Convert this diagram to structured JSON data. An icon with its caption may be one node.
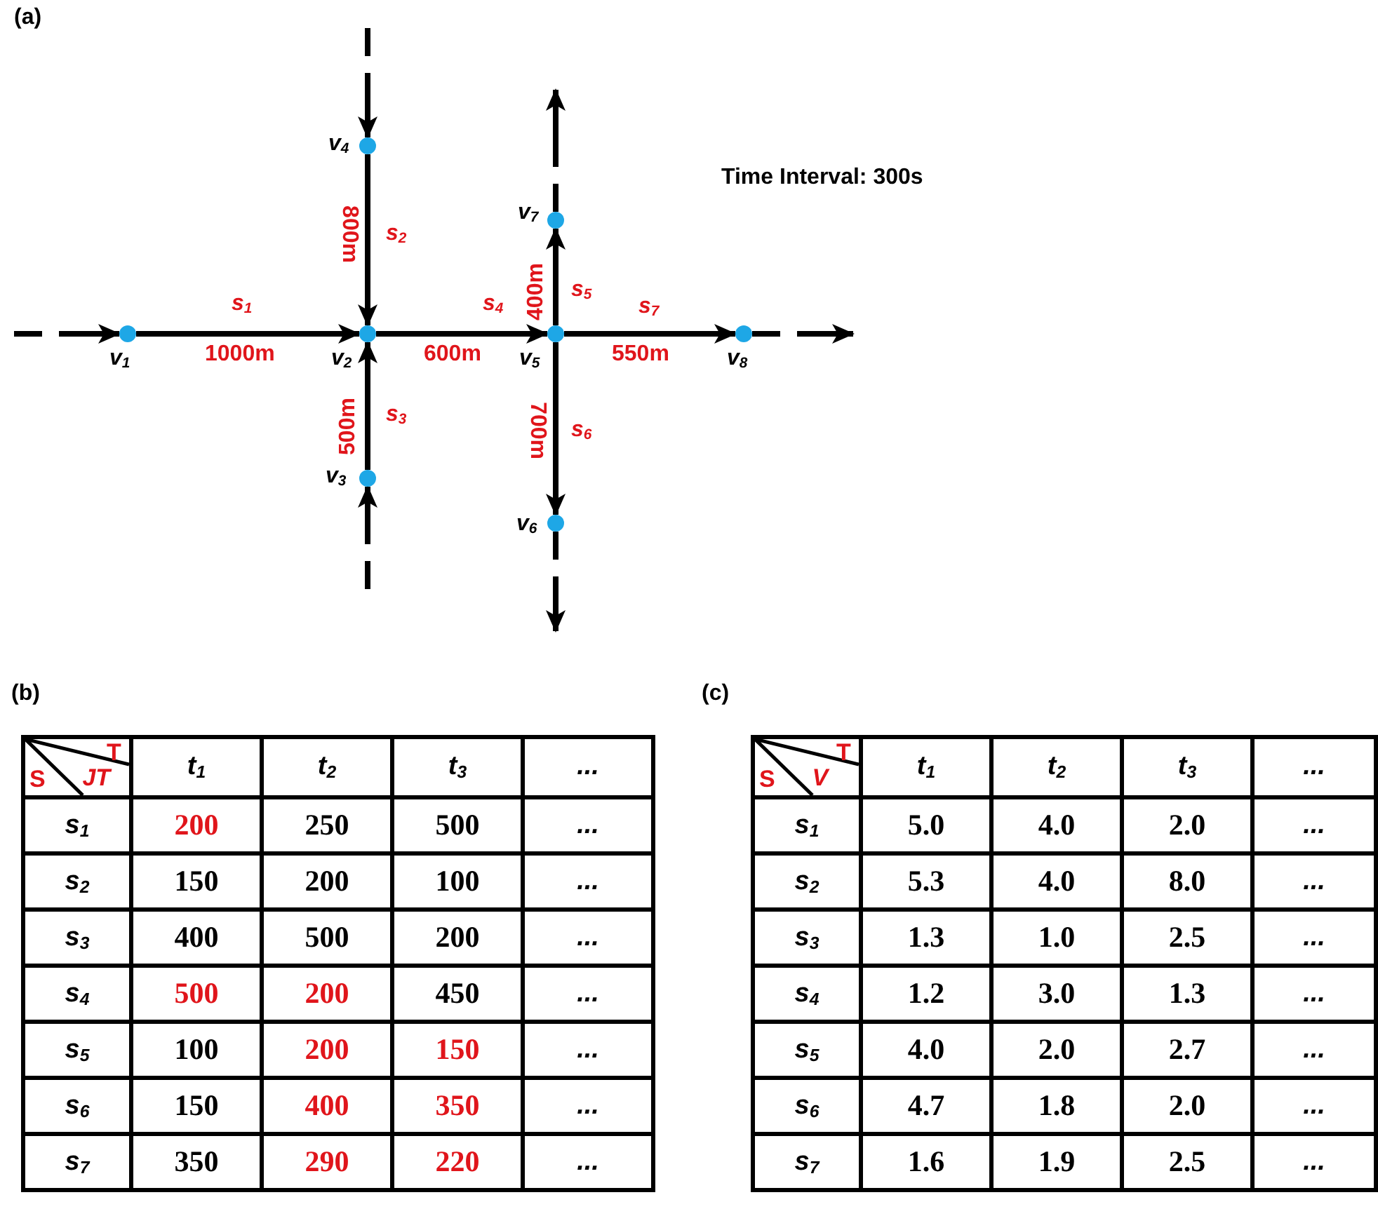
{
  "diagram": {
    "nodes": [
      {
        "text": [],
        "shape": "circle",
        "beside": [
          "v$_{1}$"
        ]
      },
      {
        "text": [],
        "shape": "circle",
        "beside": [
          "v$_{2}$"
        ]
      },
      {
        "text": [],
        "shape": "circle",
        "beside": [
          "v$_{3}$"
        ]
      },
      {
        "text": [],
        "shape": "circle",
        "beside": [
          "v$_{4}$"
        ]
      },
      {
        "text": [],
        "shape": "circle",
        "beside": [
          "v$_{5}$"
        ]
      },
      {
        "text": [],
        "shape": "circle",
        "beside": [
          "v$_{6}$"
        ]
      },
      {
        "text": [],
        "shape": "circle",
        "beside": [
          "v$_{7}$"
        ]
      },
      {
        "text": [],
        "shape": "circle",
        "beside": [
          "v$_{8}$"
        ]
      }
    ],
    "edges": [
      {
        "from": null,
        "to": 0,
        "arrow": "to",
        "style": "dashed"
      },
      {
        "from": 0,
        "to": 1,
        "arrow": "to",
        "label": "s$_{1}$"
      },
      {
        "from": null,
        "to": 3,
        "arrow": "to",
        "style": "dashed"
      },
      {
        "from": 3,
        "to": 1,
        "arrow": "to",
        "label": "s$_{2}$"
      },
      {
        "from": null,
        "to": 2,
        "arrow": "to",
        "style": "dashed"
      },
      {
        "from": 2,
        "to": 1,
        "arrow": "to",
        "label": "s$_{3}$"
      },
      {
        "from": 1,
        "to": 4,
        "arrow": "to",
        "label": "s$_{4}$"
      },
      {
        "from": 4,
        "to": 6,
        "arrow": "to",
        "label": "s$_{5}$"
      },
      {
        "from": 4,
        "to": 5,
        "arrow": "to",
        "label": "s$_{6}$"
      },
      {
        "from": 4,
        "to": 7,
        "arrow": "to",
        "label": "s$_{7}$"
      },
      {
        "from": 6,
        "to": null,
        "arrow": "to",
        "style": "dashed"
      },
      {
        "from": 5,
        "to": null,
        "arrow": "to",
        "style": "dashed"
      },
      {
        "from": 7,
        "to": null,
        "arrow": "to",
        "style": "dashed"
      }
    ],
    "labels": [
      "(a)",
      "Time Interval: 300s",
      "800m",
      "1000m",
      "600m",
      "400m",
      "550m",
      "500m",
      "700m",
      "(b)",
      "T",
      "S",
      "JT",
      "t$_{1}$",
      "t$_{2}$",
      "t$_{3}$",
      "...",
      "s$_{1}$",
      "200",
      "250",
      "500",
      "...",
      "s$_{2}$",
      "150",
      "200",
      "100",
      "...",
      "s$_{3}$",
      "400",
      "500",
      "200",
      "...",
      "s$_{4}$",
      "500",
      "200",
      "450",
      "...",
      "s$_{5}$",
      "100",
      "200",
      "150",
      "...",
      "s$_{6}$",
      "150",
      "400",
      "350",
      "...",
      "s$_{7}$",
      "350",
      "290",
      "220",
      "...",
      "(c)",
      "T",
      "S",
      "V",
      "t$_{1}$",
      "t$_{2}$",
      "t$_{3}$",
      "...",
      "s$_{1}$",
      "5.0",
      "4.0",
      "2.0",
      "...",
      "s$_{2}$",
      "5.3",
      "4.0",
      "8.0",
      "...",
      "s$_{3}$",
      "1.3",
      "1.0",
      "2.5",
      "...",
      "s$_{4}$",
      "1.2",
      "3.0",
      "1.3",
      "...",
      "s$_{5}$",
      "4.0",
      "2.0",
      "2.7",
      "...",
      "s$_{6}$",
      "4.7",
      "1.8",
      "2.0",
      "...",
      "s$_{7}$",
      "1.6",
      "1.9",
      "2.5",
      "..."
    ]
  }
}
